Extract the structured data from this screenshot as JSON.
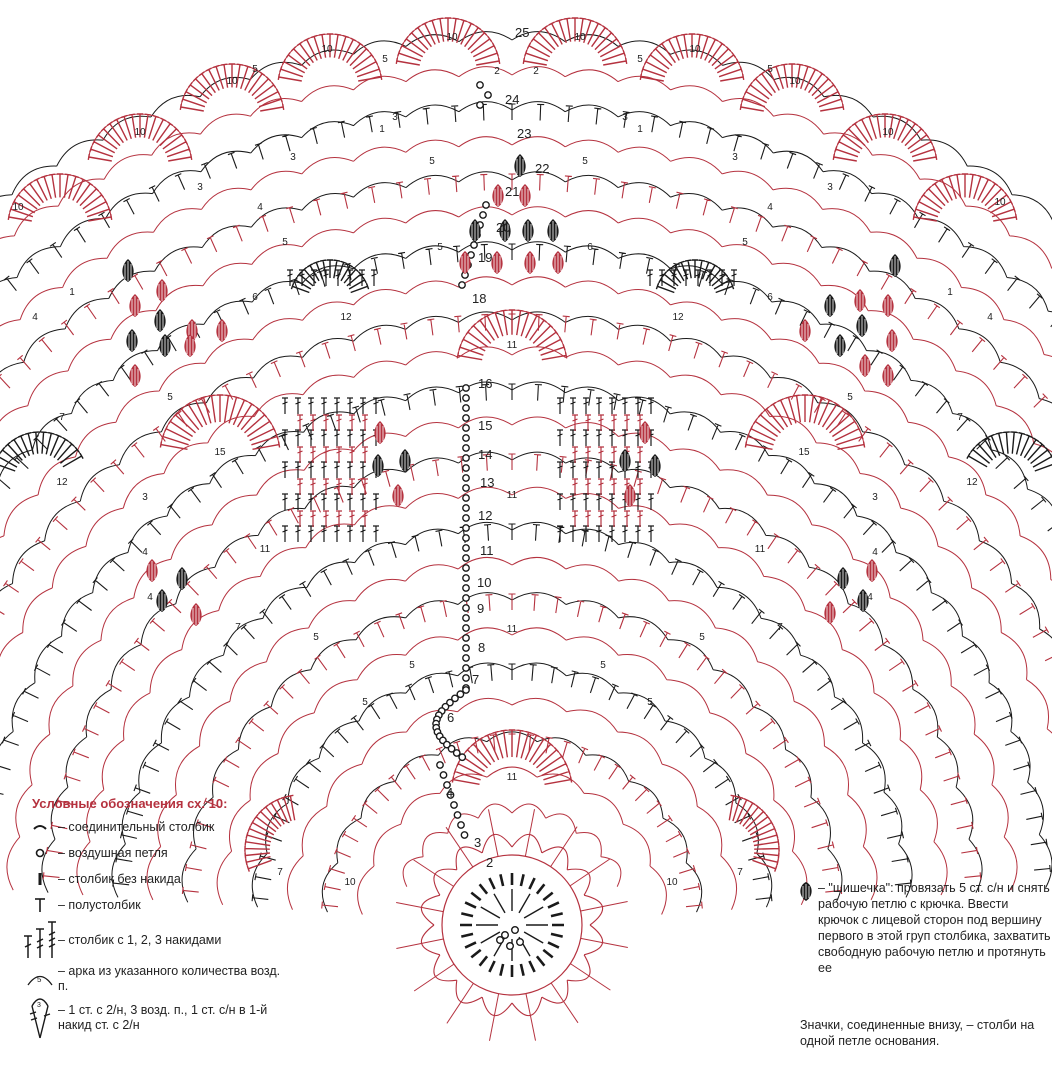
{
  "legend": {
    "title": "Условные обозначения сх. 10:",
    "slip_stitch": "– соединительный столбик",
    "chain": "– воздушная петля",
    "sc": "– столбик без накида",
    "hdc": "– полустолбик",
    "tr": "– столбик с 1, 2, 3 накидами",
    "arch": "– арка из указанного количества возд. п.",
    "v_stitch": "– 1 ст. с 2/н, 3 возд. п., 1 ст. с/н в 1-й накид ст. с 2/н"
  },
  "notes": {
    "bobble": "– \"шишечка\": провязать 5 ст. с/н и снять рабочую петлю с крючка. Ввести крючок с лицевой сторон под вершину первого в этой груп столбика, захватить свободную рабочую петлю и протянуть ее",
    "joined": "Значки, соединенные внизу, – столби на одной петле основания."
  },
  "colors": {
    "red": "#b5323f",
    "black": "#1a1a1a",
    "bg": "#ffffff"
  },
  "row_numbers": [
    "2",
    "3",
    "4",
    "6",
    "7",
    "8",
    "9",
    "10",
    "11",
    "12",
    "13",
    "14",
    "15",
    "16",
    "18",
    "19",
    "20",
    "21",
    "22",
    "23",
    "24",
    "25"
  ],
  "arch_labels": {
    "outer_fan": "10",
    "mid_fan": "15",
    "small_fan": "11",
    "pineapple_top": "12",
    "chain_3": "3",
    "chain_4": "4",
    "chain_5": "5",
    "chain_6": "6",
    "chain_7": "7",
    "chain_1": "1",
    "chain_2": "2"
  },
  "icons": {
    "bobble": "bobble-icon",
    "chain": "chain-icon",
    "slip": "slip-stitch-icon"
  }
}
